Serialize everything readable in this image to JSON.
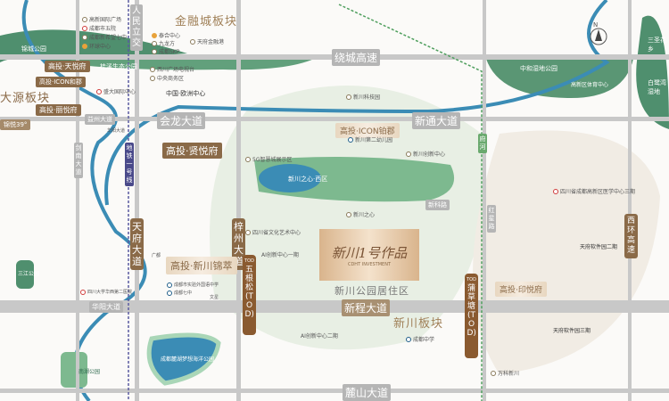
{
  "roads_h": [
    "绕城高速",
    "会龙大道",
    "新通大道",
    "华阳大道",
    "新程大道",
    "麓山大道",
    "新科路",
    "益州大道"
  ],
  "roads_v": [
    "人民立交",
    "天府大道",
    "梓州大道",
    "剑南大道",
    "红星路",
    "府河",
    "西环高速"
  ],
  "blocks": [
    "金融城板块",
    "大源板块",
    "新川板块",
    "新川公园居住区"
  ],
  "projects": [
    "高投·天悦府",
    "高投·ICON和郡",
    "高投·丽悦府",
    "高投·贤悦府",
    "高投·ICON铂郡",
    "高投·新川锦萃",
    "高投·印悦府",
    "锦悦39°"
  ],
  "hero": {
    "title": "新川1号作品",
    "sub": "CDHT INVESTMENT"
  },
  "metro": [
    {
      "label": "TOD",
      "station": "五根松(TOD)"
    },
    {
      "label": "TOD",
      "station": "蒲草塘(TOD)"
    }
  ],
  "line": "地铁一号线",
  "parks": [
    "锦城公园",
    "桂溪生态公园",
    "三江公园",
    "南湖公园",
    "成都麓湖梦想海洋公园",
    "新川之心·西区",
    "中和湿地公园",
    "三圣花乡",
    "白鹭湾湿地"
  ],
  "pois_left": [
    "高新国际广场",
    "成都市五院",
    "成都新希望七中",
    "环球中心",
    "中国·欧洲中心",
    "盛大国际中心",
    "西川广场电视台",
    "中央商务区",
    "AI创新中心一期",
    "AI创新中心二期",
    "四川省文化艺术中心",
    "5G智慧城展示区",
    "华阳大道",
    "广都",
    "文星",
    "四川大学华西第二医院",
    "成都市实验外国语中学",
    "成都七中",
    "天府软件园二期",
    "天府软件园三期",
    "高新区体育中心",
    "四川省成都高新区医学中心三期"
  ],
  "poi_groups": {
    "finance": [
      "泰合中心",
      "九龙方",
      "成都SKP",
      "天府金融港"
    ],
    "newchuan": [
      "新川之心",
      "新川第二幼儿园",
      "新川创新中心",
      "新川科技园",
      "成都中学",
      "万科新川"
    ]
  },
  "compass": "N",
  "colors": {
    "road": "#b5b5b5",
    "brown": "#8a6a48",
    "park": "#4f8f6e",
    "river": "#3b8cb5",
    "zone": "#e5efe4"
  }
}
